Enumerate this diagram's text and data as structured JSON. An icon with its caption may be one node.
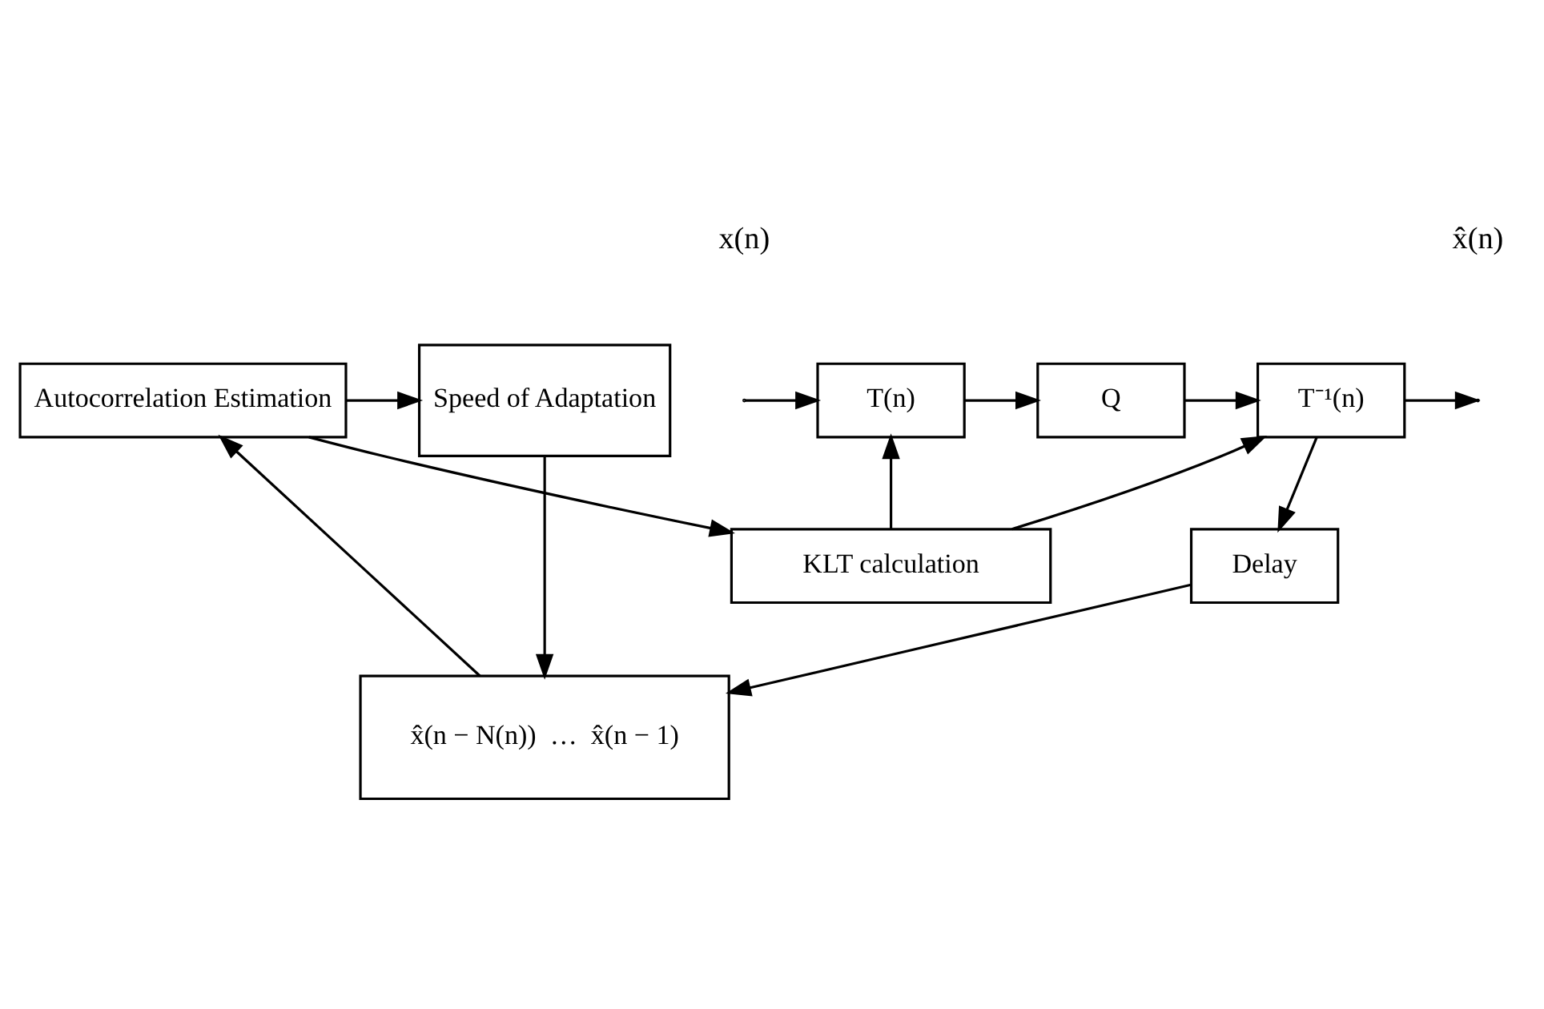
{
  "diagram": {
    "nodes": [
      {
        "text": [
          "T(n)"
        ]
      },
      {
        "text": [
          "Q"
        ]
      },
      {
        "text": [
          "T⁻¹(n)"
        ]
      },
      {
        "text": [
          "KLT calculation"
        ]
      },
      {
        "text": [
          "Delay"
        ]
      },
      {
        "text": [
          "Autocorrelation Estimation"
        ]
      },
      {
        "text": [
          "Speed of Adaptation"
        ]
      },
      {
        "text": [
          "x̂(n − N(n))  …  x̂(n − 1)"
        ]
      }
    ],
    "edges": [
      {
        "from": null,
        "to": 0,
        "arrow": "to"
      },
      {
        "from": 0,
        "to": 1,
        "arrow": "to"
      },
      {
        "from": 1,
        "to": 2,
        "arrow": "to"
      },
      {
        "from": 2,
        "to": null,
        "arrow": "to"
      },
      {
        "from": 2,
        "to": 4,
        "arrow": "to"
      },
      {
        "from": 3,
        "to": 0,
        "arrow": "to"
      },
      {
        "from": 3,
        "to": 2,
        "arrow": "to"
      },
      {
        "from": 5,
        "to": 3,
        "arrow": "to"
      },
      {
        "from": 5,
        "to": 6,
        "arrow": "to"
      },
      {
        "from": 7,
        "to": 5,
        "arrow": "to"
      },
      {
        "from": 6,
        "to": 7,
        "arrow": "to"
      },
      {
        "from": 4,
        "to": 7,
        "arrow": "to"
      }
    ],
    "labels": [
      "x(n)",
      "x̂(n)"
    ]
  }
}
